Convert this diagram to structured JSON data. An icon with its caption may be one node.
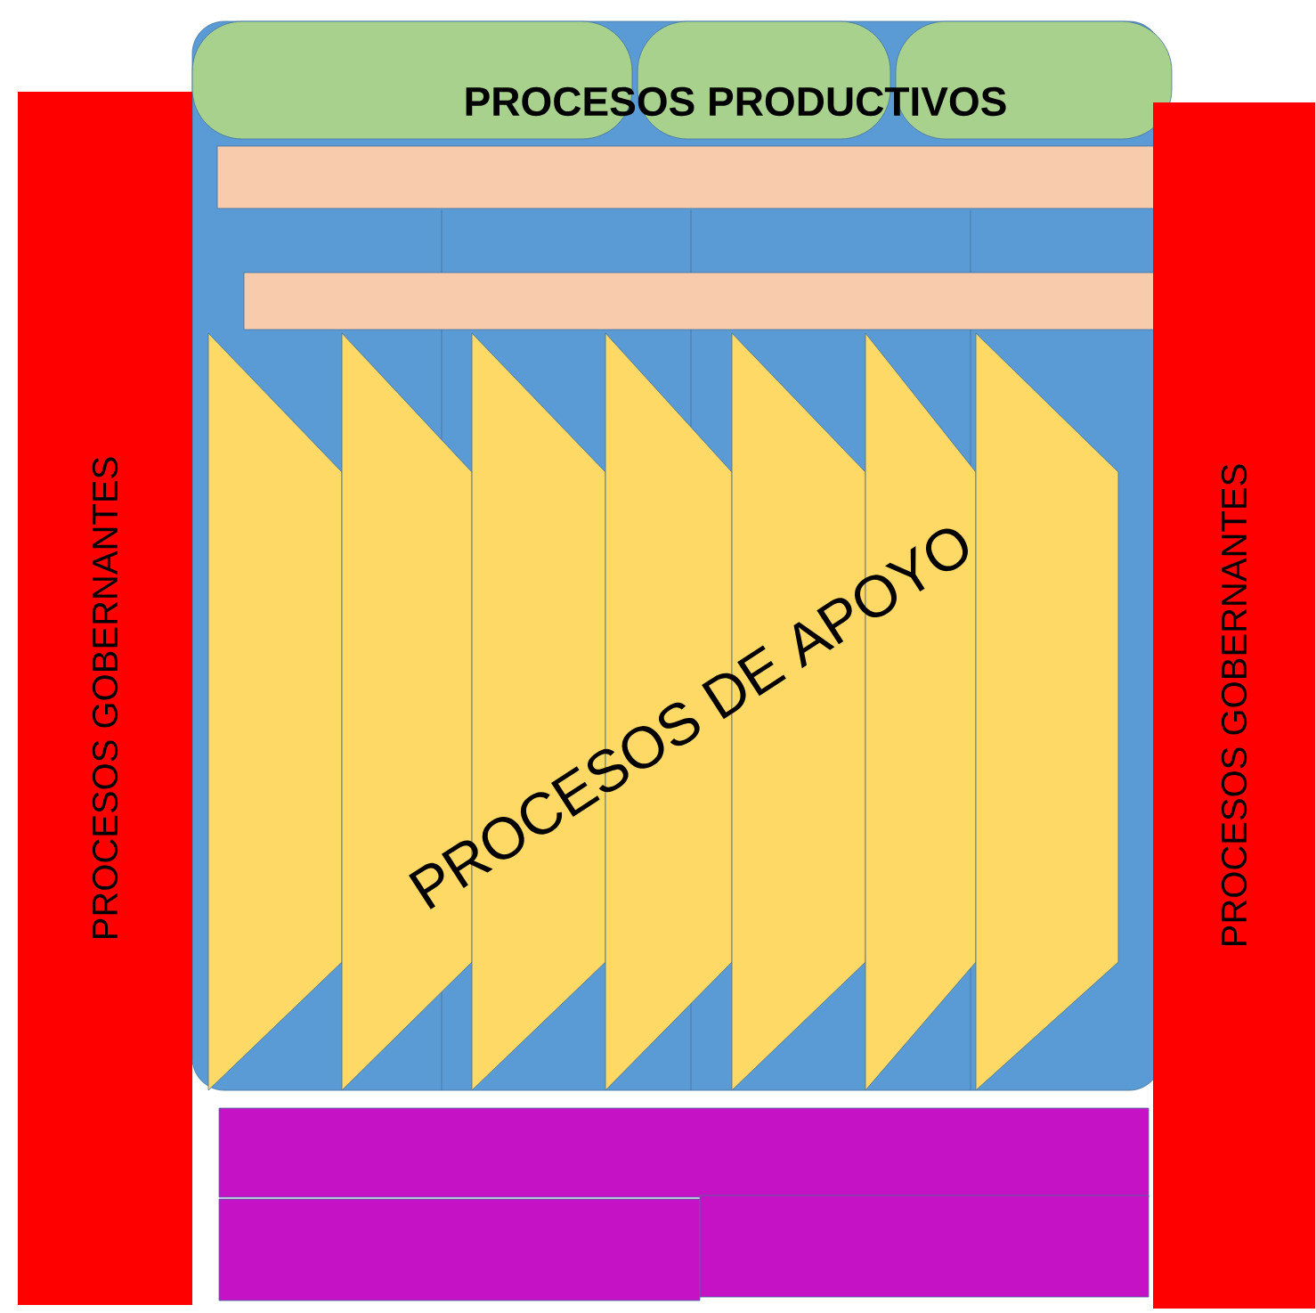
{
  "diagram": {
    "nodes": [
      {
        "text": [
          "PROCESOS PRODUCTIVOS"
        ]
      },
      {
        "text": [
          "PROCESOS GOBERNANTES"
        ]
      },
      {
        "text": [
          "PROCESOS GOBERNANTES"
        ]
      }
    ],
    "labels": [
      "PROCESOS DE APOYO"
    ]
  }
}
